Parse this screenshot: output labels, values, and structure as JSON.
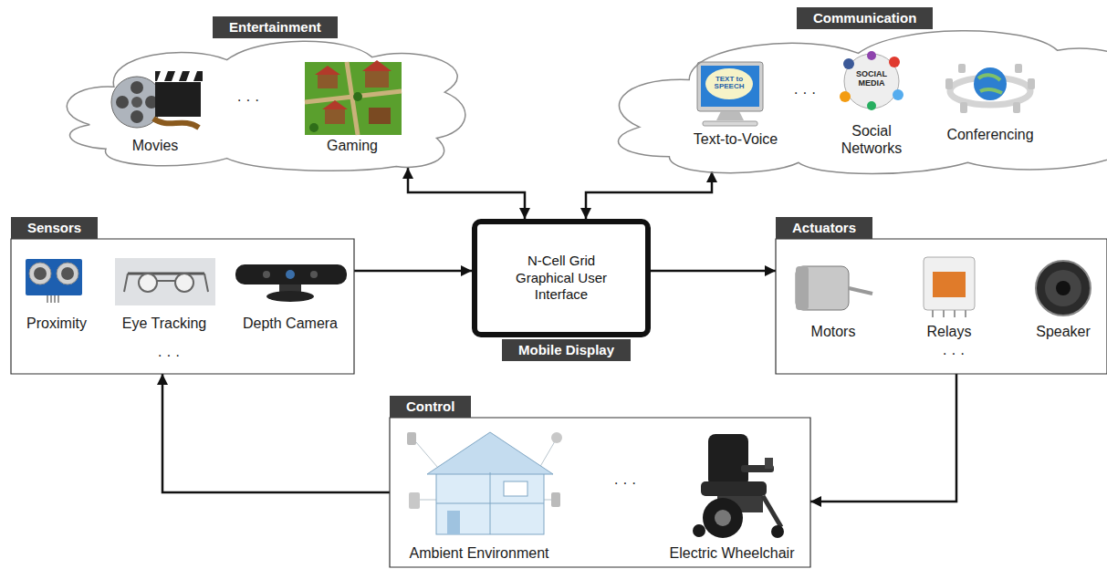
{
  "diagram": {
    "nodes": [
      {
        "text": [
          "Entertainment"
        ]
      },
      {
        "text": [
          "Communication"
        ]
      },
      {
        "text": [
          "Sensors"
        ]
      },
      {
        "text": [
          "N-Cell Grid Graphical User Interface",
          "Mobile Display"
        ]
      },
      {
        "text": [
          "Actuators"
        ]
      },
      {
        "text": [
          "Control"
        ]
      }
    ],
    "edges": [
      {
        "from": 3,
        "to": 0,
        "arrow": "both"
      },
      {
        "from": 3,
        "to": 1,
        "arrow": "both"
      },
      {
        "from": 2,
        "to": 3,
        "arrow": "to"
      },
      {
        "from": 3,
        "to": 4,
        "arrow": "to"
      },
      {
        "from": 4,
        "to": 5,
        "arrow": "to"
      },
      {
        "from": 5,
        "to": 2,
        "arrow": "to"
      }
    ],
    "labels": [
      "Movies",
      "· · ·",
      "Gaming",
      "TEXT to SPEECH",
      "Text-to-Voice",
      "· · ·",
      "SOCIAL MEDIA",
      "Social Networks",
      "Conferencing",
      "Proximity",
      "Eye Tracking",
      "Depth Camera",
      "· · ·",
      "Motors",
      "Relays",
      "Speaker",
      "· · ·",
      "Ambient Environment",
      "· · ·",
      "Electric Wheelchair"
    ]
  }
}
